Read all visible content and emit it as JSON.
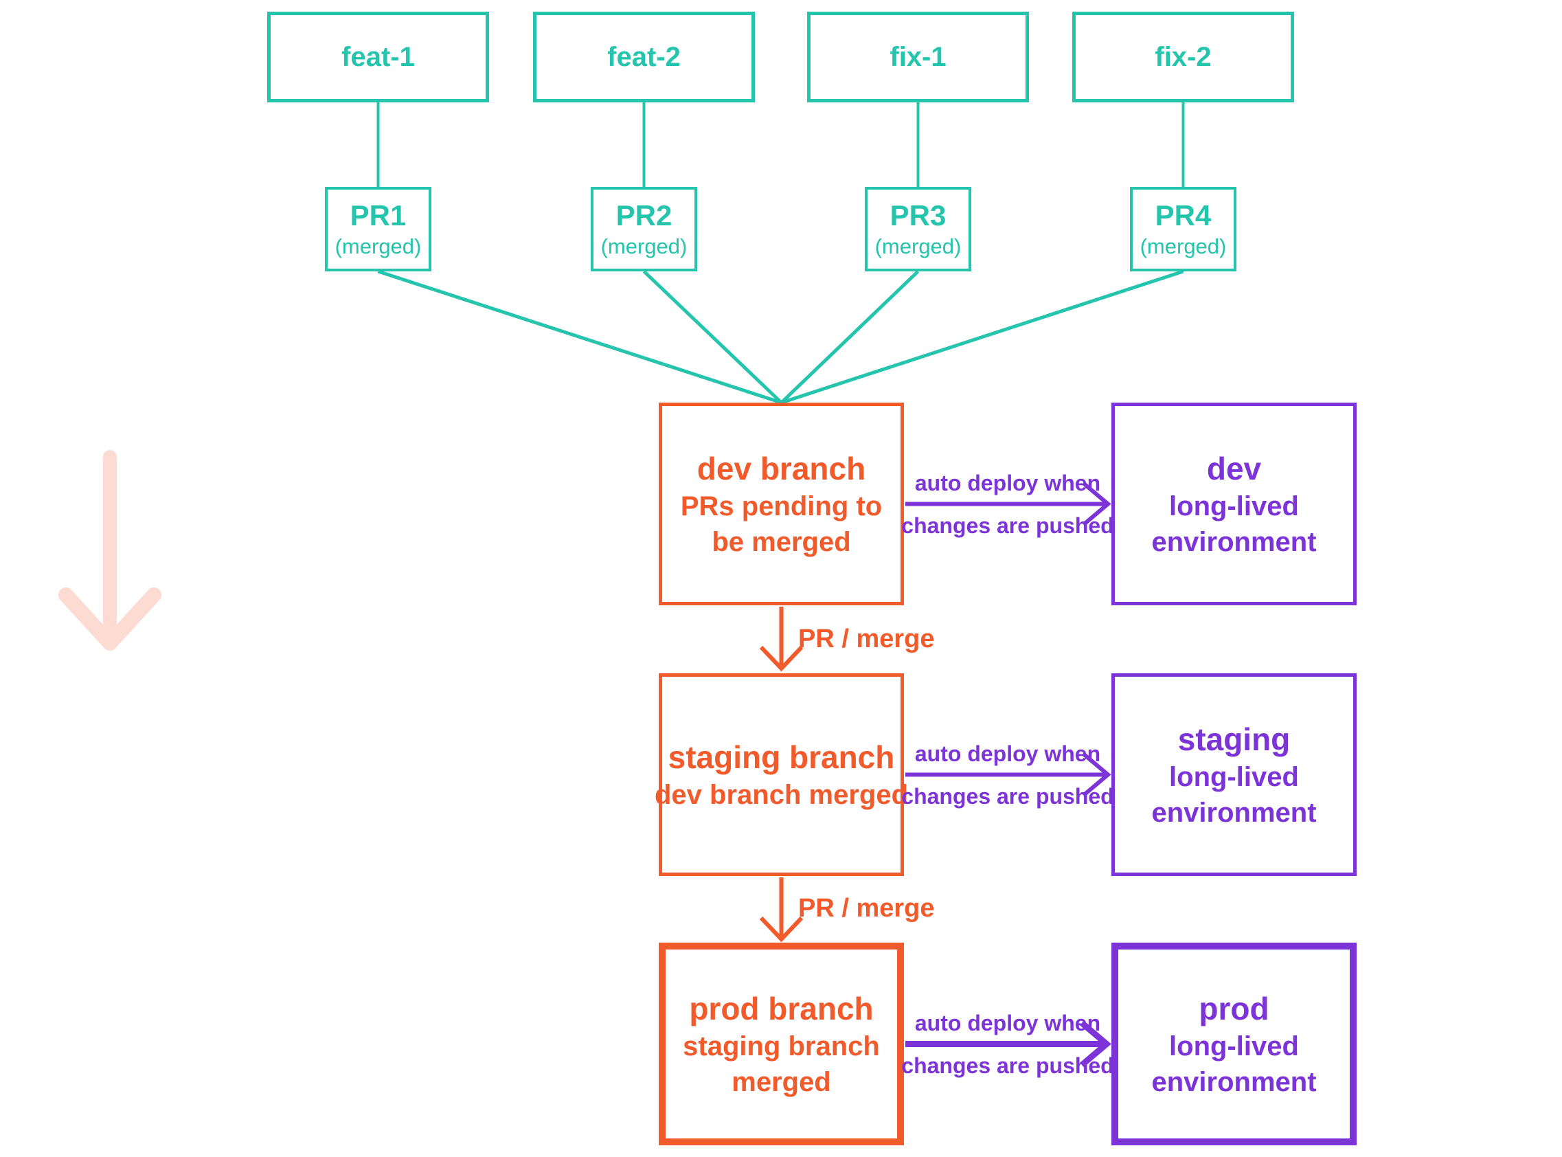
{
  "colors": {
    "teal": "#24c4ad",
    "orange": "#f15a2b",
    "purple": "#7c34d8",
    "pink_arrow": "#fcdcd2"
  },
  "feature_branches": [
    {
      "label": "feat-1"
    },
    {
      "label": "feat-2"
    },
    {
      "label": "fix-1"
    },
    {
      "label": "fix-2"
    }
  ],
  "pull_requests": [
    {
      "name": "PR1",
      "status": "(merged)"
    },
    {
      "name": "PR2",
      "status": "(merged)"
    },
    {
      "name": "PR3",
      "status": "(merged)"
    },
    {
      "name": "PR4",
      "status": "(merged)"
    }
  ],
  "branches": {
    "dev": {
      "name": "dev",
      "suffix": " branch",
      "desc_line1": "PRs pending to",
      "desc_line2": "be merged"
    },
    "staging": {
      "name": "staging",
      "suffix": " branch",
      "desc_bold": "dev",
      "desc_rest": " branch merged"
    },
    "prod": {
      "name": "prod",
      "suffix": " branch",
      "desc_bold": "staging",
      "desc_rest": " branch",
      "desc_line2": "merged"
    }
  },
  "environments": {
    "dev": {
      "name": "dev",
      "desc_line1": "long-lived",
      "desc_line2": "environment"
    },
    "staging": {
      "name": "staging",
      "desc_line1": "long-lived",
      "desc_line2": "environment"
    },
    "prod": {
      "name": "prod",
      "desc_line1": "long-lived",
      "desc_line2": "environment"
    }
  },
  "labels": {
    "pr_merge": "PR / merge",
    "auto_deploy_line1": "auto deploy when",
    "auto_deploy_line2": "changes are pushed"
  }
}
